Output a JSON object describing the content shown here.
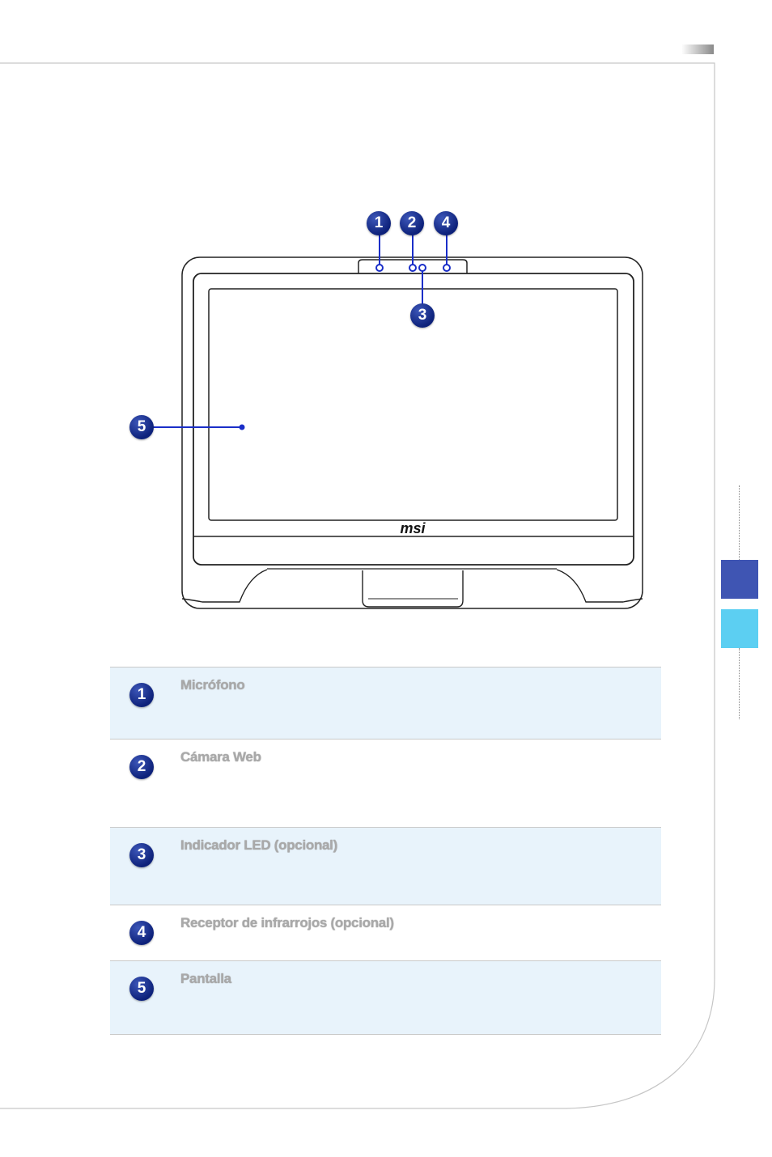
{
  "illustration": {
    "brand_logo": "msi",
    "callouts": [
      "1",
      "2",
      "3",
      "4",
      "5"
    ]
  },
  "legend": {
    "items": [
      {
        "number": "1",
        "label": "Micrófono"
      },
      {
        "number": "2",
        "label": "Cámara Web"
      },
      {
        "number": "3",
        "label": "Indicador LED (opcional)"
      },
      {
        "number": "4",
        "label": "Receptor de infrarrojos (opcional)"
      },
      {
        "number": "5",
        "label": "Pantalla"
      }
    ]
  },
  "colors": {
    "badge": "#1a2e8f",
    "callout_line": "#1a2ec8",
    "row_shade": "#e8f3fb",
    "side_block_dark": "#3f55b3",
    "side_block_light": "#5ccff2"
  }
}
